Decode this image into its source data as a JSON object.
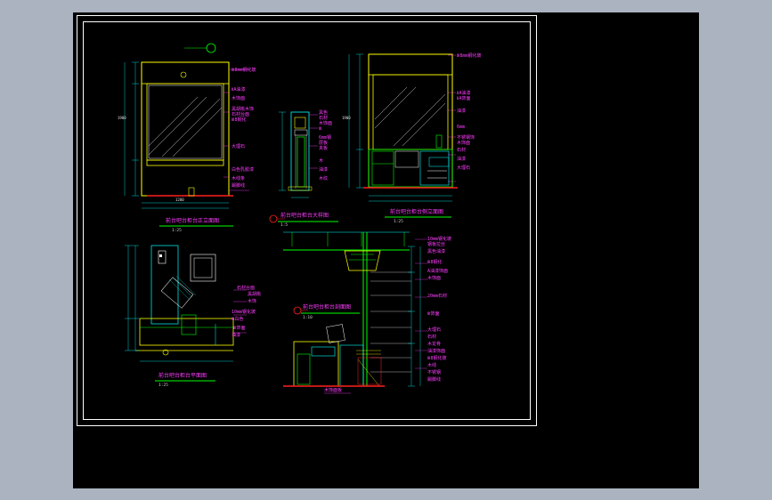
{
  "drawing": {
    "titles": {
      "front_elevation": "前台吧台柜台正立面图",
      "detail": "前台吧台柜台大样图",
      "side_elevation": "前台吧台柜台侧立面图",
      "plan": "前台吧台柜台平面图",
      "section": "前台吧台柜台剖面图"
    },
    "scale_labels": {
      "front_elevation": "1:25",
      "detail": "1:5",
      "side_elevation": "1:25",
      "plan": "1:25",
      "section": "1:10"
    },
    "colors": {
      "background": "#000000",
      "window_chrome": "#abb3c0",
      "frame": "#ffffff",
      "yellow": "#ffff00",
      "cyan": "#00ffff",
      "magenta": "#ff3cff",
      "green": "#00ff00",
      "red": "#ff2020",
      "white": "#ffffff"
    }
  }
}
